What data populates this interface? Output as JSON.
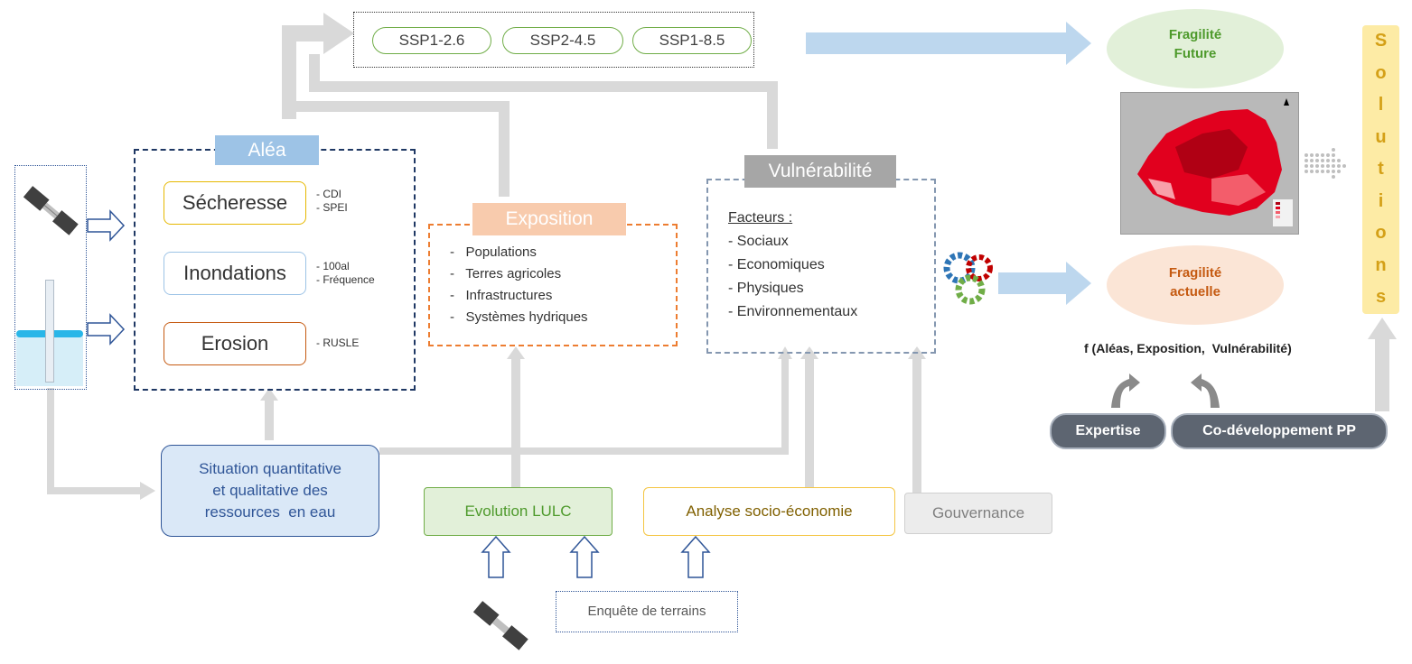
{
  "scenarios": [
    "SSP1-2.6",
    "SSP2-4.5",
    "SSP1-8.5"
  ],
  "fragility": {
    "future": [
      "Fragilité",
      "Future"
    ],
    "current": [
      "Fragilité",
      "actuelle"
    ]
  },
  "solutions_letters": [
    "S",
    "o",
    "l",
    "u",
    "t",
    "i",
    "o",
    "n",
    "s"
  ],
  "alea": {
    "title": "Aléa",
    "items": [
      {
        "label": "Sécheresse",
        "sub": "- CDI\n- SPEI"
      },
      {
        "label": "Inondations",
        "sub": "- 100al\n- Fréquence"
      },
      {
        "label": "Erosion",
        "sub": "- RUSLE"
      }
    ]
  },
  "exposition": {
    "title": "Exposition",
    "items": [
      "-   Populations",
      "-   Terres agricoles",
      "-   Infrastructures",
      "-   Systèmes hydriques"
    ]
  },
  "vulnerabilite": {
    "title": "Vulnérabilité",
    "heading": "Facteurs :",
    "items": [
      "- Sociaux",
      "- Economiques",
      "- Physiques",
      "- Environnementaux"
    ]
  },
  "formula": "f (Aléas, Exposition,  Vulnérabilité)",
  "buttons": {
    "expertise": "Expertise",
    "codev": "Co-développement PP"
  },
  "bottom": {
    "water": [
      "Situation quantitative",
      "et qualitative des",
      "ressources  en eau"
    ],
    "lulc": "Evolution LULC",
    "socio": "Analyse socio-économie",
    "gouv": "Gouvernance",
    "survey": "Enquête de terrains"
  },
  "colors": {
    "alea_blue": "#9dc3e6",
    "expo_orange": "#f8cbad",
    "vuln_grey": "#a6a6a6",
    "green": "#70ad47",
    "arrow_blue": "#bdd7ee",
    "future_green": "#e2f0d9",
    "current_orange": "#fbe5d6",
    "solutions_yellow": "#fdeba5"
  },
  "icons": [
    "satellite-icon",
    "water-gauge-icon",
    "gears-icon",
    "satellite-icon"
  ]
}
